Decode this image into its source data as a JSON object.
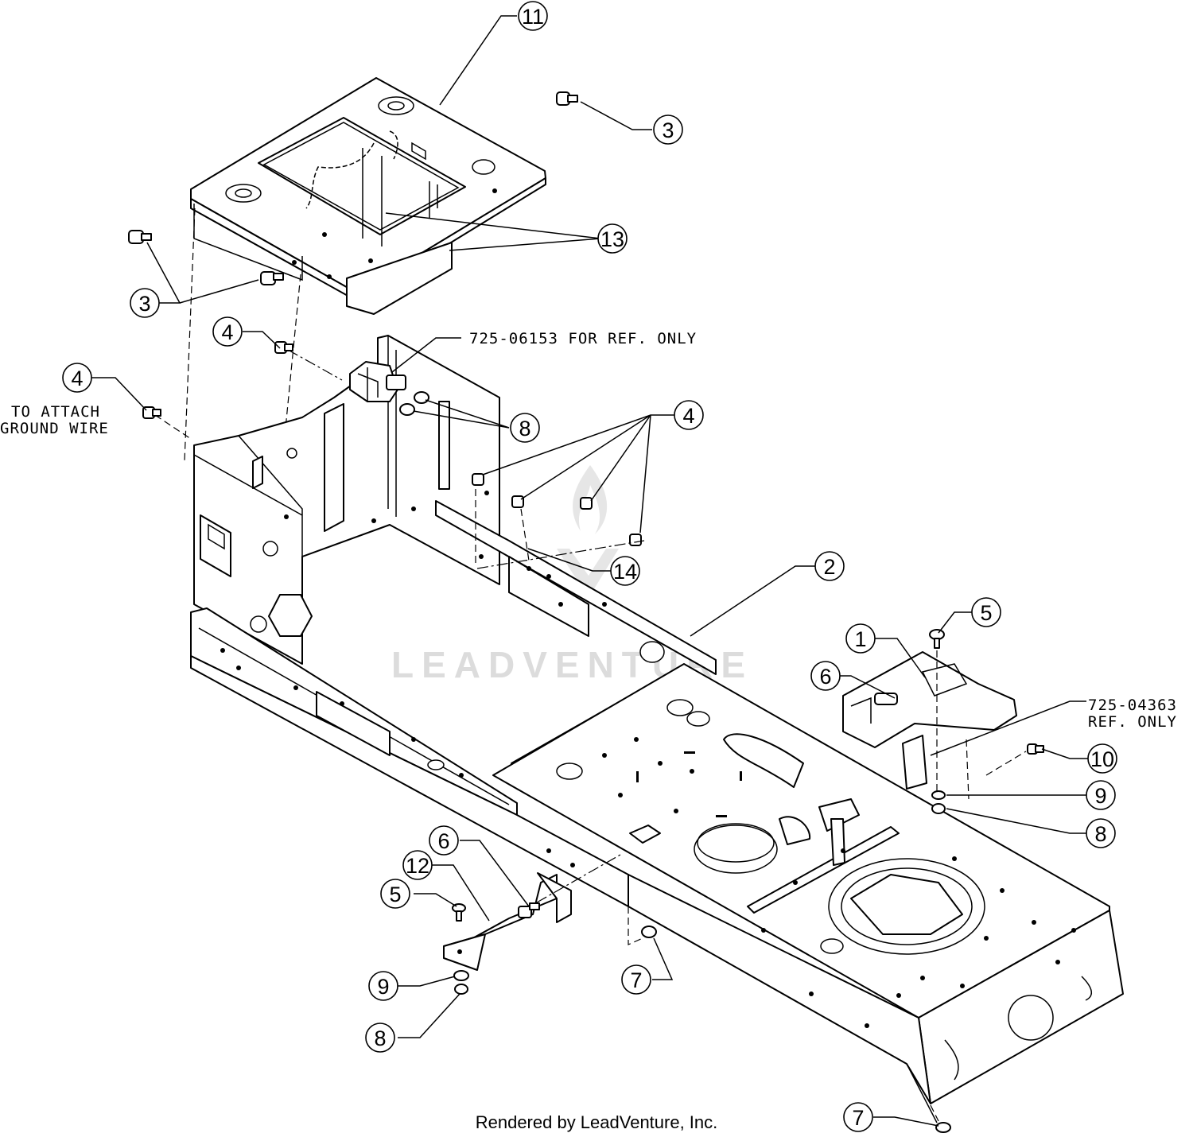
{
  "watermark": "LEADVENTURE",
  "footer": "Rendered by LeadVenture, Inc.",
  "notes": {
    "ref_switch": "725-06153 FOR REF. ONLY",
    "ref_lower_1": "725-04363",
    "ref_lower_2": "REF. ONLY",
    "ground_1": "TO ATTACH",
    "ground_2": "GROUND WIRE"
  },
  "callouts": {
    "c11": "11",
    "c3a": "3",
    "c13": "13",
    "c3b": "3",
    "c4a": "4",
    "c4b": "4",
    "c8a": "8",
    "c4c": "4",
    "c14": "14",
    "c2": "2",
    "c5a": "5",
    "c1": "1",
    "c6a": "6",
    "c10": "10",
    "c9a": "9",
    "c8b": "8",
    "c6b": "6",
    "c12": "12",
    "c5b": "5",
    "c9b": "9",
    "c8c": "8",
    "c7a": "7",
    "c7b": "7"
  }
}
